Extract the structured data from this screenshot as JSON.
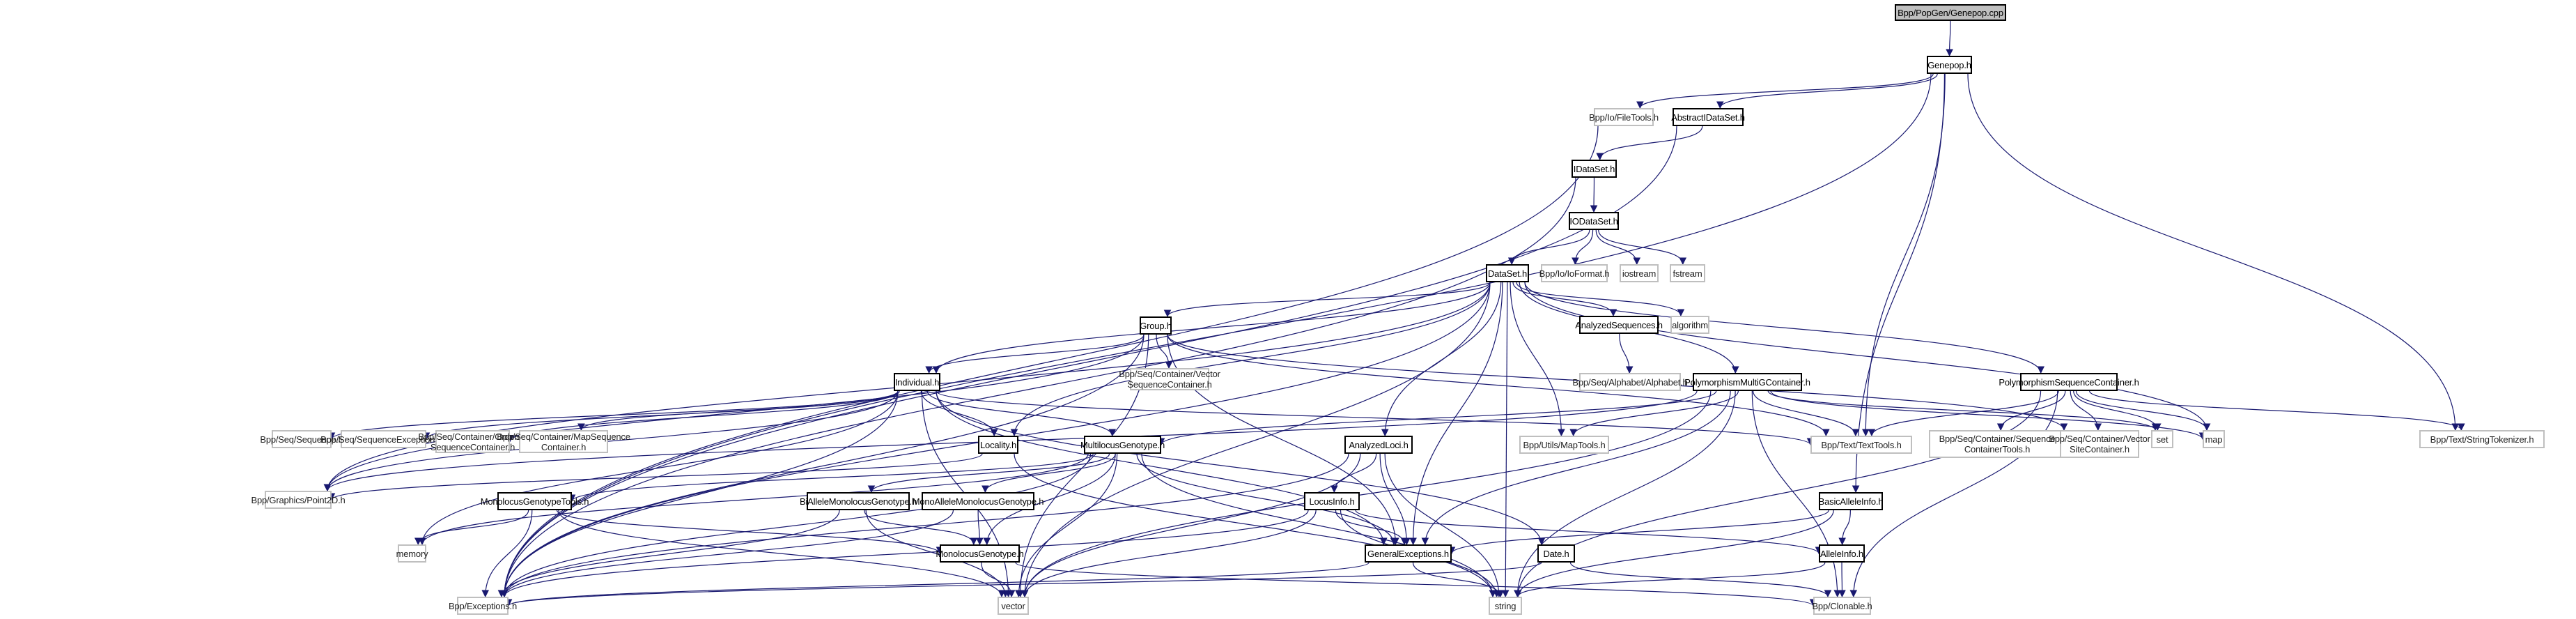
{
  "title": "Bpp/PopGen/Genepop.cpp include dependency graph",
  "colors": {
    "edge": "#191970",
    "documented_border": "#000000",
    "external_border": "#bfbfbf",
    "root_fill": "#bfbfbf"
  },
  "nodes": [
    {
      "id": "root",
      "label": "Bpp/PopGen/Genepop.cpp",
      "kind": "root"
    },
    {
      "id": "genepop",
      "label": "Genepop.h",
      "kind": "doc"
    },
    {
      "id": "filetools",
      "label": "Bpp/Io/FileTools.h",
      "kind": "ext"
    },
    {
      "id": "abstractidataset",
      "label": "AbstractIDataSet.h",
      "kind": "doc"
    },
    {
      "id": "idataset",
      "label": "IDataSet.h",
      "kind": "doc"
    },
    {
      "id": "iodataset",
      "label": "IODataSet.h",
      "kind": "doc"
    },
    {
      "id": "dataset",
      "label": "DataSet.h",
      "kind": "doc"
    },
    {
      "id": "ioformat",
      "label": "Bpp/Io/IoFormat.h",
      "kind": "ext"
    },
    {
      "id": "iostream",
      "label": "iostream",
      "kind": "ext"
    },
    {
      "id": "fstream",
      "label": "fstream",
      "kind": "ext"
    },
    {
      "id": "group",
      "label": "Group.h",
      "kind": "doc"
    },
    {
      "id": "vectorseqcont",
      "label": "Bpp/Seq/Container/Vector\nSequenceContainer.h",
      "kind": "ext"
    },
    {
      "id": "analyzedseq",
      "label": "AnalyzedSequences.h",
      "kind": "doc"
    },
    {
      "id": "algorithm",
      "label": "algorithm",
      "kind": "ext"
    },
    {
      "id": "alphabet",
      "label": "Bpp/Seq/Alphabet/Alphabet.h",
      "kind": "ext"
    },
    {
      "id": "polymulti",
      "label": "PolymorphismMultiGContainer.h",
      "kind": "doc"
    },
    {
      "id": "polyseq",
      "label": "PolymorphismSequenceContainer.h",
      "kind": "doc"
    },
    {
      "id": "individual",
      "label": "Individual.h",
      "kind": "doc"
    },
    {
      "id": "sequence",
      "label": "Bpp/Seq/Sequence.h",
      "kind": "ext"
    },
    {
      "id": "seqexc",
      "label": "Bpp/Seq/SequenceExceptions.h",
      "kind": "ext"
    },
    {
      "id": "orderedseq",
      "label": "Bpp/Seq/Container/Ordered\nSequenceContainer.h",
      "kind": "ext"
    },
    {
      "id": "mapseq",
      "label": "Bpp/Seq/Container/MapSequence\nContainer.h",
      "kind": "ext"
    },
    {
      "id": "locality",
      "label": "Locality.h",
      "kind": "doc"
    },
    {
      "id": "multilocus",
      "label": "MultilocusGenotype.h",
      "kind": "doc"
    },
    {
      "id": "analyzedloci",
      "label": "AnalyzedLoci.h",
      "kind": "doc"
    },
    {
      "id": "maptools",
      "label": "Bpp/Utils/MapTools.h",
      "kind": "ext"
    },
    {
      "id": "texttools",
      "label": "Bpp/Text/TextTools.h",
      "kind": "ext"
    },
    {
      "id": "seqconttools",
      "label": "Bpp/Seq/Container/Sequence\nContainerTools.h",
      "kind": "ext"
    },
    {
      "id": "vectorsitecont",
      "label": "Bpp/Seq/Container/Vector\nSiteContainer.h",
      "kind": "ext"
    },
    {
      "id": "set",
      "label": "set",
      "kind": "ext"
    },
    {
      "id": "map",
      "label": "map",
      "kind": "ext"
    },
    {
      "id": "stringtok",
      "label": "Bpp/Text/StringTokenizer.h",
      "kind": "ext"
    },
    {
      "id": "point2d",
      "label": "Bpp/Graphics/Point2D.h",
      "kind": "ext"
    },
    {
      "id": "monotools",
      "label": "MonolocusGenotypeTools.h",
      "kind": "doc"
    },
    {
      "id": "biallele",
      "label": "BiAlleleMonolocusGenotype.h",
      "kind": "doc"
    },
    {
      "id": "monoallele",
      "label": "MonoAlleleMonolocusGenotype.h",
      "kind": "doc"
    },
    {
      "id": "locusinfo",
      "label": "LocusInfo.h",
      "kind": "doc"
    },
    {
      "id": "basicallele",
      "label": "BasicAlleleInfo.h",
      "kind": "doc"
    },
    {
      "id": "memory",
      "label": "memory",
      "kind": "ext"
    },
    {
      "id": "monolocus",
      "label": "MonolocusGenotype.h",
      "kind": "doc"
    },
    {
      "id": "genexc",
      "label": "GeneralExceptions.h",
      "kind": "doc"
    },
    {
      "id": "date",
      "label": "Date.h",
      "kind": "doc"
    },
    {
      "id": "alleleinfo",
      "label": "AlleleInfo.h",
      "kind": "doc"
    },
    {
      "id": "exceptions",
      "label": "Bpp/Exceptions.h",
      "kind": "ext"
    },
    {
      "id": "vector",
      "label": "vector",
      "kind": "ext"
    },
    {
      "id": "string",
      "label": "string",
      "kind": "ext"
    },
    {
      "id": "clonable",
      "label": "Bpp/Clonable.h",
      "kind": "ext"
    }
  ],
  "edges": [
    [
      "root",
      "genepop"
    ],
    [
      "genepop",
      "filetools"
    ],
    [
      "genepop",
      "abstractidataset"
    ],
    [
      "genepop",
      "exceptions"
    ],
    [
      "genepop",
      "texttools"
    ],
    [
      "genepop",
      "stringtok"
    ],
    [
      "genepop",
      "basicallele"
    ],
    [
      "abstractidataset",
      "idataset"
    ],
    [
      "abstractidataset",
      "exceptions"
    ],
    [
      "filetools",
      "exceptions"
    ],
    [
      "idataset",
      "iodataset"
    ],
    [
      "idataset",
      "exceptions"
    ],
    [
      "iodataset",
      "dataset"
    ],
    [
      "iodataset",
      "ioformat"
    ],
    [
      "iodataset",
      "iostream"
    ],
    [
      "iodataset",
      "fstream"
    ],
    [
      "dataset",
      "group"
    ],
    [
      "dataset",
      "individual"
    ],
    [
      "dataset",
      "analyzedseq"
    ],
    [
      "dataset",
      "algorithm"
    ],
    [
      "dataset",
      "polymulti"
    ],
    [
      "dataset",
      "polyseq"
    ],
    [
      "dataset",
      "locality"
    ],
    [
      "dataset",
      "analyzedloci"
    ],
    [
      "dataset",
      "maptools"
    ],
    [
      "dataset",
      "genexc"
    ],
    [
      "dataset",
      "exceptions"
    ],
    [
      "dataset",
      "point2d"
    ],
    [
      "dataset",
      "vector"
    ],
    [
      "dataset",
      "string"
    ],
    [
      "dataset",
      "map"
    ],
    [
      "group",
      "individual"
    ],
    [
      "group",
      "vectorseqcont"
    ],
    [
      "group",
      "texttools"
    ],
    [
      "group",
      "genexc"
    ],
    [
      "group",
      "exceptions"
    ],
    [
      "group",
      "point2d"
    ],
    [
      "group",
      "vector"
    ],
    [
      "group",
      "vectorsitecont"
    ],
    [
      "analyzedseq",
      "alphabet"
    ],
    [
      "individual",
      "sequence"
    ],
    [
      "individual",
      "seqexc"
    ],
    [
      "individual",
      "orderedseq"
    ],
    [
      "individual",
      "mapseq"
    ],
    [
      "individual",
      "locality"
    ],
    [
      "individual",
      "multilocus"
    ],
    [
      "individual",
      "texttools"
    ],
    [
      "individual",
      "genexc"
    ],
    [
      "individual",
      "date"
    ],
    [
      "individual",
      "point2d"
    ],
    [
      "individual",
      "exceptions"
    ],
    [
      "individual",
      "memory"
    ],
    [
      "individual",
      "vector"
    ],
    [
      "polymulti",
      "multilocus"
    ],
    [
      "polymulti",
      "maptools"
    ],
    [
      "polymulti",
      "texttools"
    ],
    [
      "polymulti",
      "set"
    ],
    [
      "polymulti",
      "map"
    ],
    [
      "polymulti",
      "genexc"
    ],
    [
      "polymulti",
      "vector"
    ],
    [
      "polymulti",
      "string"
    ],
    [
      "polymulti",
      "clonable"
    ],
    [
      "polymulti",
      "point2d"
    ],
    [
      "polyseq",
      "texttools"
    ],
    [
      "polyseq",
      "seqconttools"
    ],
    [
      "polyseq",
      "vectorsitecont"
    ],
    [
      "polyseq",
      "set"
    ],
    [
      "polyseq",
      "map"
    ],
    [
      "polyseq",
      "stringtok"
    ],
    [
      "polyseq",
      "clonable"
    ],
    [
      "polyseq",
      "string"
    ],
    [
      "locality",
      "point2d"
    ],
    [
      "locality",
      "string"
    ],
    [
      "multilocus",
      "monotools"
    ],
    [
      "multilocus",
      "biallele"
    ],
    [
      "multilocus",
      "monoallele"
    ],
    [
      "multilocus",
      "monolocus"
    ],
    [
      "multilocus",
      "genexc"
    ],
    [
      "multilocus",
      "exceptions"
    ],
    [
      "multilocus",
      "vector"
    ],
    [
      "multilocus",
      "memory"
    ],
    [
      "multilocus",
      "string"
    ],
    [
      "analyzedloci",
      "locusinfo"
    ],
    [
      "analyzedloci",
      "genexc"
    ],
    [
      "analyzedloci",
      "exceptions"
    ],
    [
      "analyzedloci",
      "string"
    ],
    [
      "analyzedloci",
      "vector"
    ],
    [
      "monotools",
      "memory"
    ],
    [
      "monotools",
      "exceptions"
    ],
    [
      "monotools",
      "monolocus"
    ],
    [
      "monotools",
      "vector"
    ],
    [
      "biallele",
      "monolocus"
    ],
    [
      "biallele",
      "exceptions"
    ],
    [
      "biallele",
      "vector"
    ],
    [
      "monoallele",
      "monolocus"
    ],
    [
      "monoallele",
      "exceptions"
    ],
    [
      "locusinfo",
      "genexc"
    ],
    [
      "locusinfo",
      "alleleinfo"
    ],
    [
      "locusinfo",
      "exceptions"
    ],
    [
      "locusinfo",
      "vector"
    ],
    [
      "locusinfo",
      "string"
    ],
    [
      "basicallele",
      "alleleinfo"
    ],
    [
      "basicallele",
      "genexc"
    ],
    [
      "basicallele",
      "string"
    ],
    [
      "monolocus",
      "vector"
    ],
    [
      "monolocus",
      "clonable"
    ],
    [
      "genexc",
      "exceptions"
    ],
    [
      "genexc",
      "string"
    ],
    [
      "date",
      "exceptions"
    ],
    [
      "date",
      "clonable"
    ],
    [
      "alleleinfo",
      "clonable"
    ],
    [
      "alleleinfo",
      "string"
    ]
  ]
}
